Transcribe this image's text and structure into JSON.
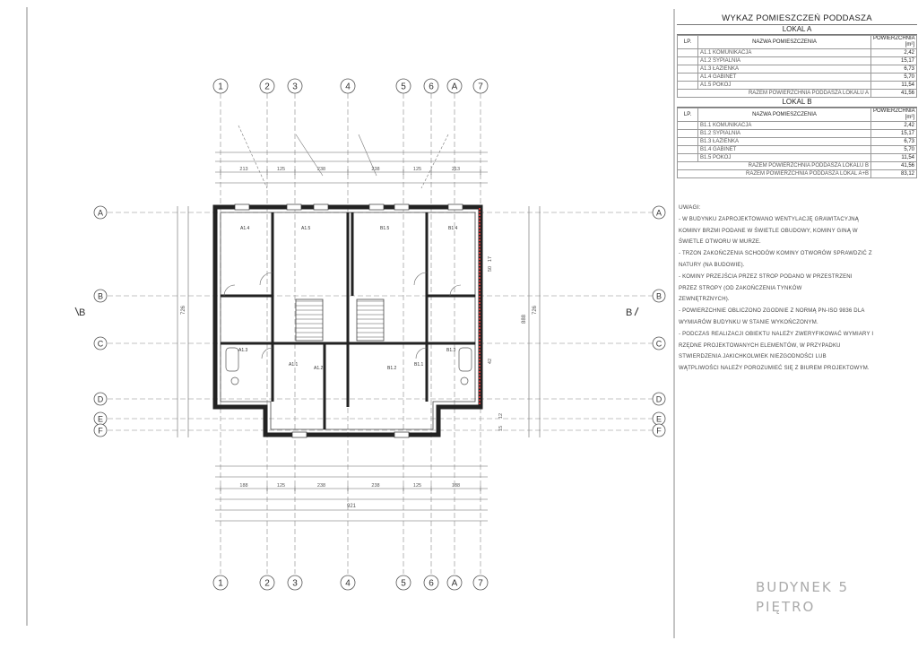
{
  "schedule": {
    "title": "WYKAZ POMIESZCZEŃ PODDASZA",
    "headers": {
      "lp": "LP.",
      "name": "NAZWA POMIESZCZENIA",
      "area": "POWIERZCHNIA [m²]"
    },
    "lokal_a": {
      "title": "LOKAL A",
      "rows": [
        {
          "lp": "",
          "name": "A1.1 KOMUNIKACJA",
          "area": "2,42"
        },
        {
          "lp": "",
          "name": "A1.2 SYPIALNIA",
          "area": "15,17"
        },
        {
          "lp": "",
          "name": "A1.3 ŁAZIENKA",
          "area": "6,73"
        },
        {
          "lp": "",
          "name": "A1.4 GABINET",
          "area": "5,70"
        },
        {
          "lp": "",
          "name": "A1.5 POKÓJ",
          "area": "11,54"
        }
      ],
      "sum_label": "RAZEM POWIERZCHNIA PODDASZA LOKALU A",
      "sum_value": "41,56"
    },
    "lokal_b": {
      "title": "LOKAL B",
      "rows": [
        {
          "lp": "",
          "name": "B1.1 KOMUNIKACJA",
          "area": "2,42"
        },
        {
          "lp": "",
          "name": "B1.2 SYPIALNIA",
          "area": "15,17"
        },
        {
          "lp": "",
          "name": "B1.3 ŁAZIENKA",
          "area": "6,73"
        },
        {
          "lp": "",
          "name": "B1.4 GABINET",
          "area": "5,70"
        },
        {
          "lp": "",
          "name": "B1.5 POKÓJ",
          "area": "11,54"
        }
      ],
      "sum_label": "RAZEM POWIERZCHNIA PODDASZA LOKALU B",
      "sum_value": "41,56",
      "total_label": "RAZEM POWIERZCHNIA PODDASZA LOKAL A+B",
      "total_value": "83,12"
    }
  },
  "notes": {
    "heading": "UWAGI:",
    "lines": [
      "- W BUDYNKU ZAPROJEKTOWANO WENTYLACJĘ GRAWITACYJNĄ",
      "  KOMINY BRZMI PODANE W ŚWIETLE OBUDOWY, KOMINY GINĄ W",
      "  ŚWIETLE OTWORU W MURZE.",
      "- TRZON ZAKOŃCZENIA SCHODÓW KOMINY OTWORÓW SPRAWDZIĆ Z",
      "  NATURY (NA BUDOWIE).",
      "- KOMINY PRZEJŚCIA PRZEZ STROP PODANO W PRZESTRZENI",
      "  PRZEZ STROPY (OD ZAKOŃCZENIA TYNKÓW",
      "  ZEWNĘTRZNYCH).",
      "- POWIERZCHNIE OBLICZONO ZGODNIE Z NORMĄ PN-ISO 9836 DLA",
      "  WYMIARÓW BUDYNKU W STANIE WYKOŃCZONYM.",
      "- PODCZAS REALIZACJI OBIEKTU NALEŻY ZWERYFIKOWAĆ WYMIARY I",
      "  RZĘDNE PROJEKTOWANYCH ELEMENTÓW, W PRZYPADKU",
      "  STWIERDZENIA JAKICHKOLWIEK NIEZGODNOŚCI LUB",
      "  WĄTPLIWOŚCI NALEŻY POROZUMIEĆ SIĘ Z BIUREM PROJEKTOWYM."
    ]
  },
  "building": {
    "name": "BUDYNEK 5",
    "level": "PIĘTRO"
  },
  "axes": {
    "top": [
      "1",
      "2",
      "3",
      "4",
      "5",
      "6",
      "A",
      "7"
    ],
    "bottom": [
      "1",
      "2",
      "3",
      "4",
      "5",
      "6",
      "A",
      "7"
    ],
    "left": [
      "A",
      "B",
      "C",
      "D",
      "E",
      "F"
    ],
    "right": [
      "A",
      "B",
      "C",
      "D",
      "E",
      "F"
    ]
  },
  "section_marks": {
    "left": "B",
    "right": "B"
  },
  "dimensions": {
    "overall_width": "921",
    "overall_height": "888",
    "segments_top": [
      "213",
      "125",
      "238",
      "238",
      "125",
      "213"
    ],
    "segments_bottom": [
      "188",
      "125",
      "238",
      "238",
      "125",
      "188"
    ],
    "left_height": "726",
    "right_height": "726",
    "height_marks": [
      "17",
      "42",
      "50",
      "12",
      "15"
    ]
  },
  "rooms": [
    {
      "id": "A1.4",
      "label": "A1.4"
    },
    {
      "id": "A1.5",
      "label": "A1.5"
    },
    {
      "id": "B1.5",
      "label": "B1.5"
    },
    {
      "id": "B1.4",
      "label": "B1.4"
    },
    {
      "id": "A1.3",
      "label": "A1.3"
    },
    {
      "id": "A1.1",
      "label": "A1.1"
    },
    {
      "id": "A1.2",
      "label": "A1.2"
    },
    {
      "id": "B1.2",
      "label": "B1.2"
    },
    {
      "id": "B1.1",
      "label": "B1.1"
    },
    {
      "id": "B1.3",
      "label": "B1.3"
    }
  ]
}
